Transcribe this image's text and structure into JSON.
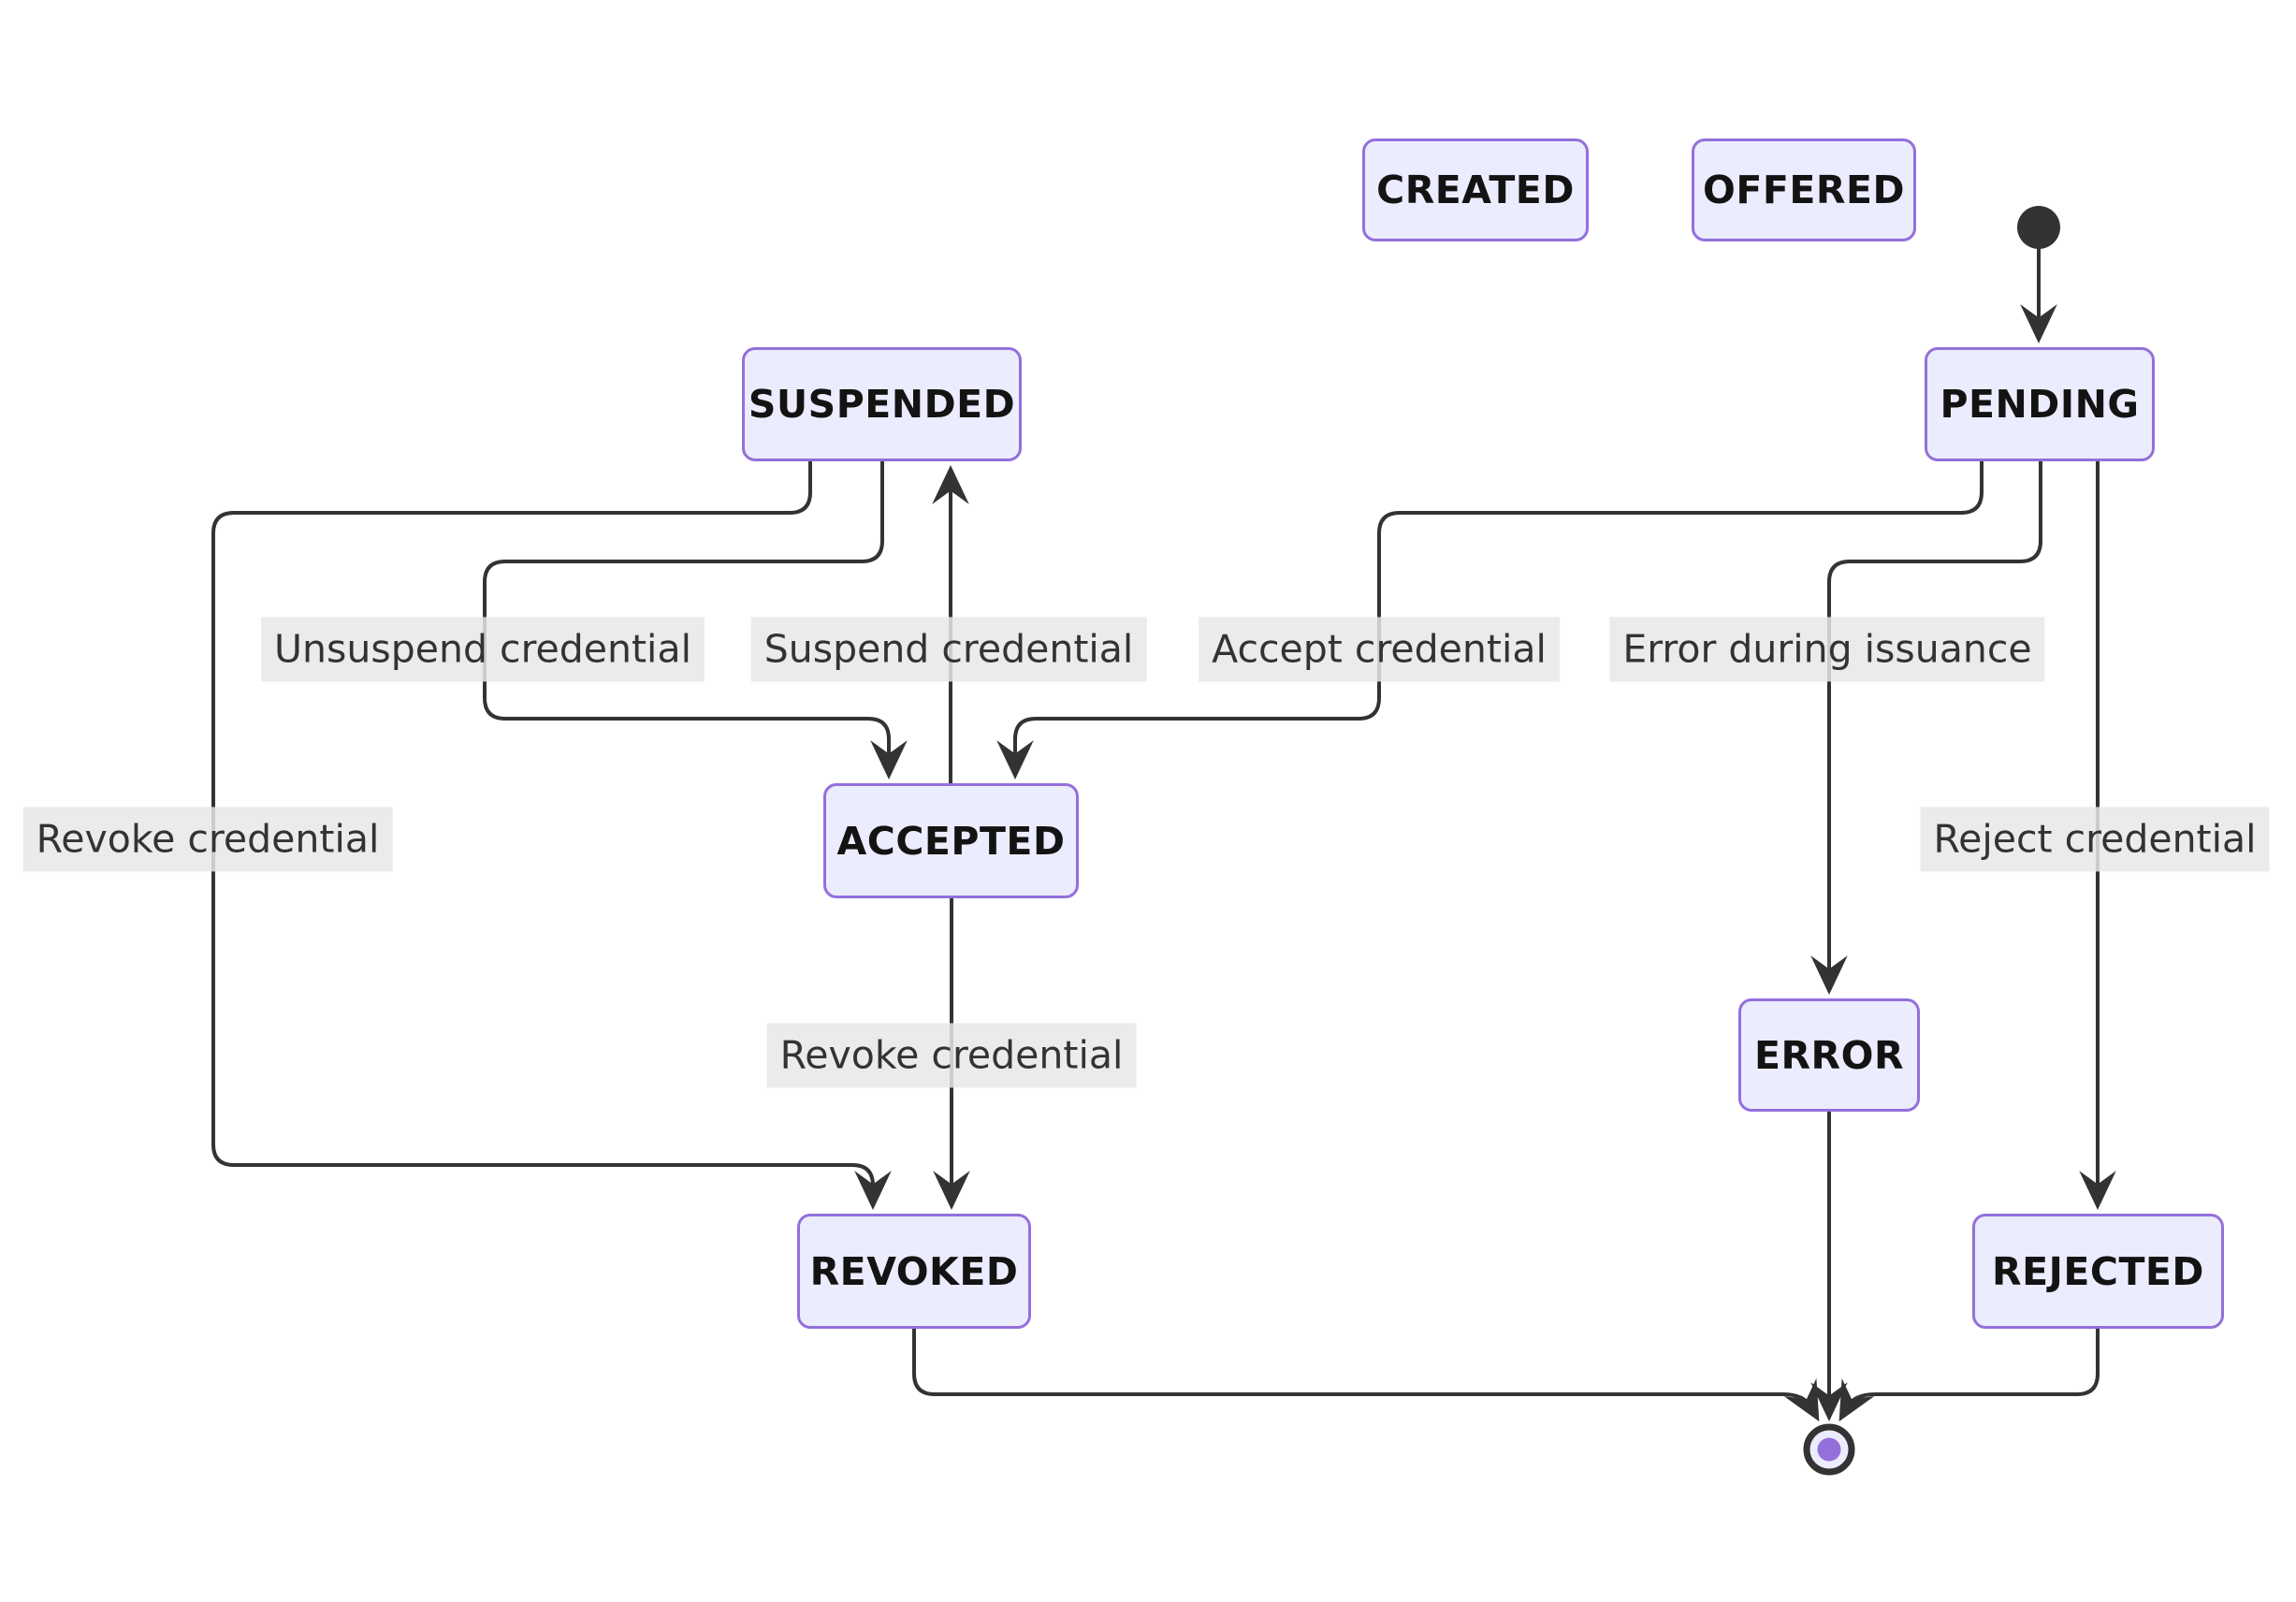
{
  "diagram": {
    "type": "state-diagram",
    "states": {
      "created": {
        "label": "CREATED"
      },
      "offered": {
        "label": "OFFERED"
      },
      "pending": {
        "label": "PENDING"
      },
      "suspended": {
        "label": "SUSPENDED"
      },
      "accepted": {
        "label": "ACCEPTED"
      },
      "error": {
        "label": "ERROR"
      },
      "revoked": {
        "label": "REVOKED"
      },
      "rejected": {
        "label": "REJECTED"
      }
    },
    "edge_labels": {
      "unsuspend": "Unsuspend credential",
      "suspend": "Suspend credential",
      "accept": "Accept credential",
      "error_during_issuance": "Error during issuance",
      "revoke_from_suspended": "Revoke credential",
      "reject": "Reject credential",
      "revoke_from_accepted": "Revoke credential"
    },
    "transitions": [
      {
        "from": "[start]",
        "to": "PENDING",
        "label": ""
      },
      {
        "from": "PENDING",
        "to": "ACCEPTED",
        "label": "Accept credential"
      },
      {
        "from": "PENDING",
        "to": "ERROR",
        "label": "Error during issuance"
      },
      {
        "from": "PENDING",
        "to": "REJECTED",
        "label": "Reject credential"
      },
      {
        "from": "SUSPENDED",
        "to": "ACCEPTED",
        "label": "Unsuspend credential"
      },
      {
        "from": "ACCEPTED",
        "to": "SUSPENDED",
        "label": "Suspend credential"
      },
      {
        "from": "SUSPENDED",
        "to": "REVOKED",
        "label": "Revoke credential"
      },
      {
        "from": "ACCEPTED",
        "to": "REVOKED",
        "label": "Revoke credential"
      },
      {
        "from": "REVOKED",
        "to": "[end]",
        "label": ""
      },
      {
        "from": "ERROR",
        "to": "[end]",
        "label": ""
      },
      {
        "from": "REJECTED",
        "to": "[end]",
        "label": ""
      }
    ],
    "colors": {
      "background": "#ffffff",
      "node_fill": "#ECECFF",
      "node_border": "#9370DB",
      "node_text": "#131313",
      "edge": "#333333",
      "label_bg": "rgba(232,232,232,0.85)",
      "label_text": "#333333",
      "start_fill": "#333333",
      "final_inner": "#9370DB"
    }
  }
}
